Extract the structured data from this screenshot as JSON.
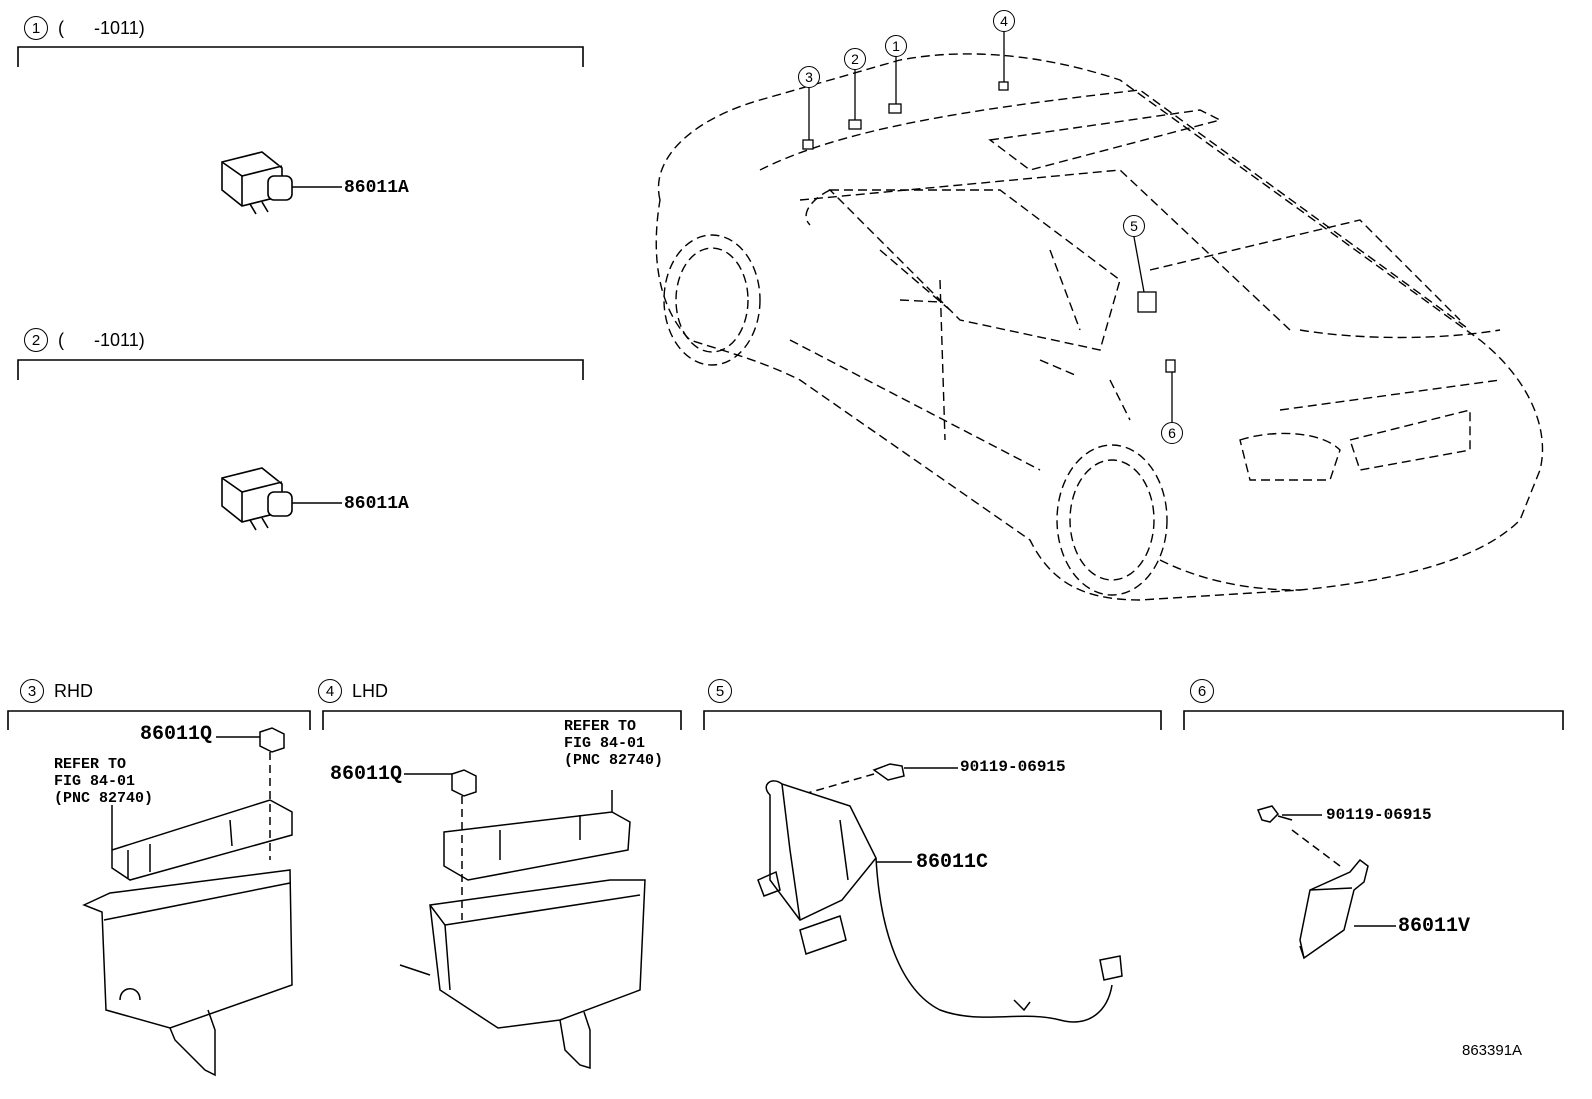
{
  "sections": [
    {
      "num": "1",
      "note": "(      -1011)",
      "part": "86011A"
    },
    {
      "num": "2",
      "note": "(      -1011)",
      "part": "86011A"
    },
    {
      "num": "3",
      "note": "RHD",
      "part": "86011Q",
      "ref": [
        "REFER TO",
        "FIG 84-01",
        "(PNC 82740)"
      ]
    },
    {
      "num": "4",
      "note": "LHD",
      "part": "86011Q",
      "ref": [
        "REFER TO",
        "FIG 84-01",
        "(PNC 82740)"
      ]
    },
    {
      "num": "5",
      "note": "",
      "part": "86011C",
      "bolt": "90119-06915"
    },
    {
      "num": "6",
      "note": "",
      "part": "86011V",
      "bolt": "90119-06915"
    }
  ],
  "car_callouts": [
    "1",
    "2",
    "3",
    "4",
    "5",
    "6"
  ],
  "figure_code": "863391A"
}
